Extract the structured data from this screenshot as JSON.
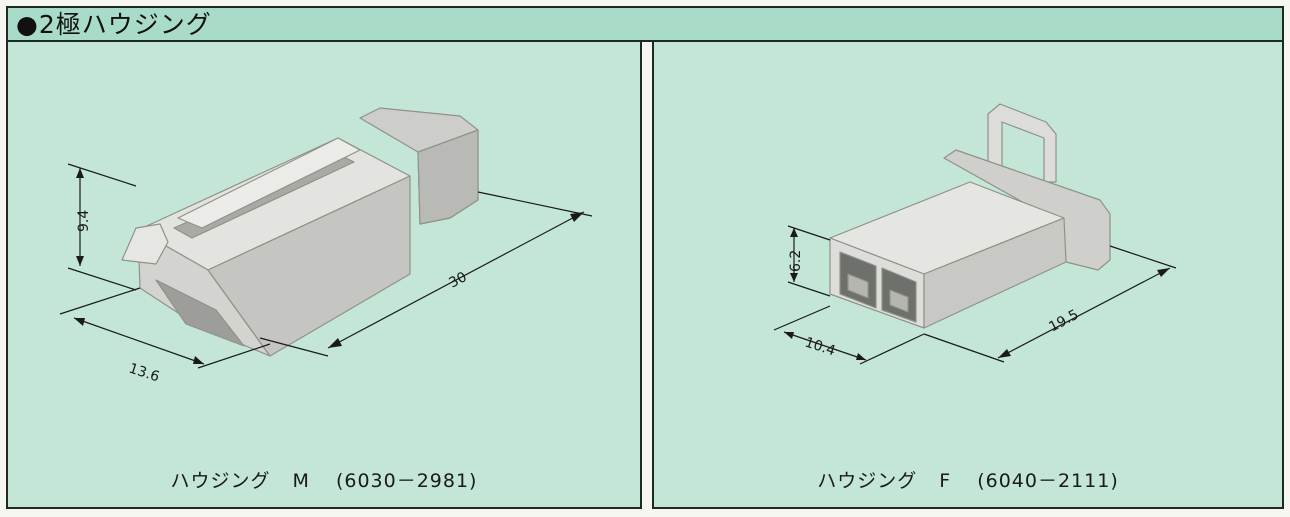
{
  "header": {
    "title": "●2極ハウジング"
  },
  "panels": [
    {
      "name": "ハウジング",
      "model": "M",
      "part_number": "(6030－2981)",
      "dimensions": {
        "height": "9.4",
        "width": "13.6",
        "length": "30"
      }
    },
    {
      "name": "ハウジング",
      "model": "F",
      "part_number": "(6040－2111)",
      "dimensions": {
        "height": "6.2",
        "width": "10.4",
        "length": "19.5"
      }
    }
  ],
  "colors": {
    "background": "#c4e6d6",
    "header": "#a8dcc8",
    "part": "#d6d7d2",
    "border": "#1f2a25"
  }
}
